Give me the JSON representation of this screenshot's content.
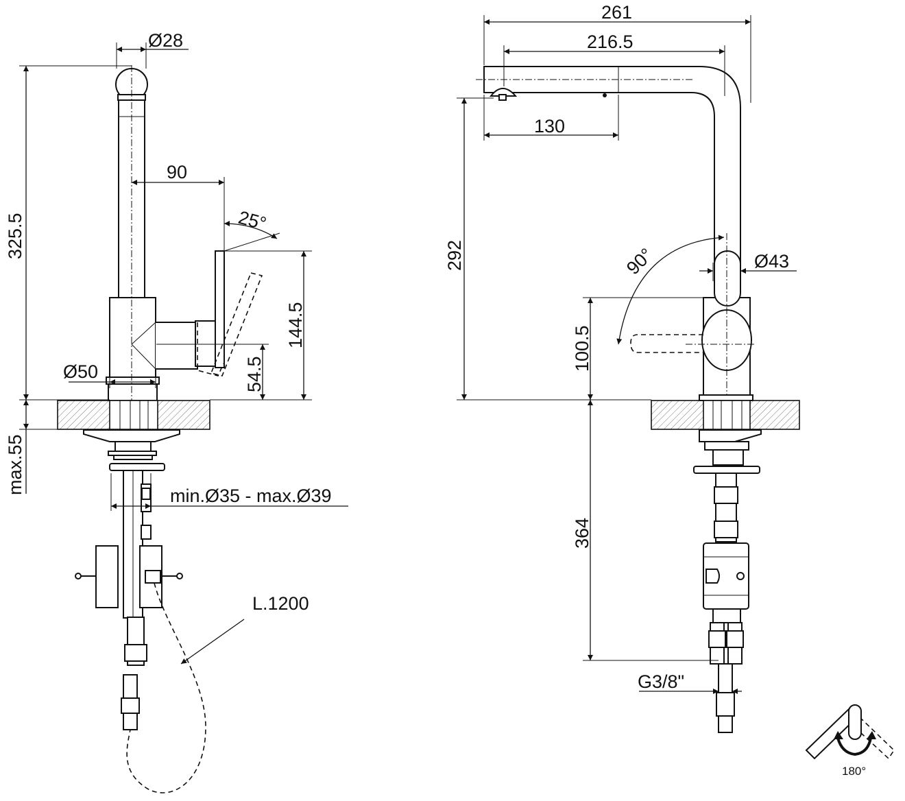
{
  "left_view": {
    "dims": {
      "d28": "Ø28",
      "h325": "325.5",
      "w90": "90",
      "angle25": "25°",
      "h144": "144.5",
      "h54": "54.5",
      "d50": "Ø50",
      "max55": "max.55",
      "hole": "min.Ø35 - max.Ø39",
      "hose": "L.1200"
    }
  },
  "right_view": {
    "dims": {
      "w261": "261",
      "w216": "216.5",
      "w130": "130",
      "h292": "292",
      "angle90": "90°",
      "d43": "Ø43",
      "h100": "100.5",
      "h364": "364",
      "g38": "G3/8\""
    }
  },
  "swivel_icon": {
    "label": "180°"
  }
}
